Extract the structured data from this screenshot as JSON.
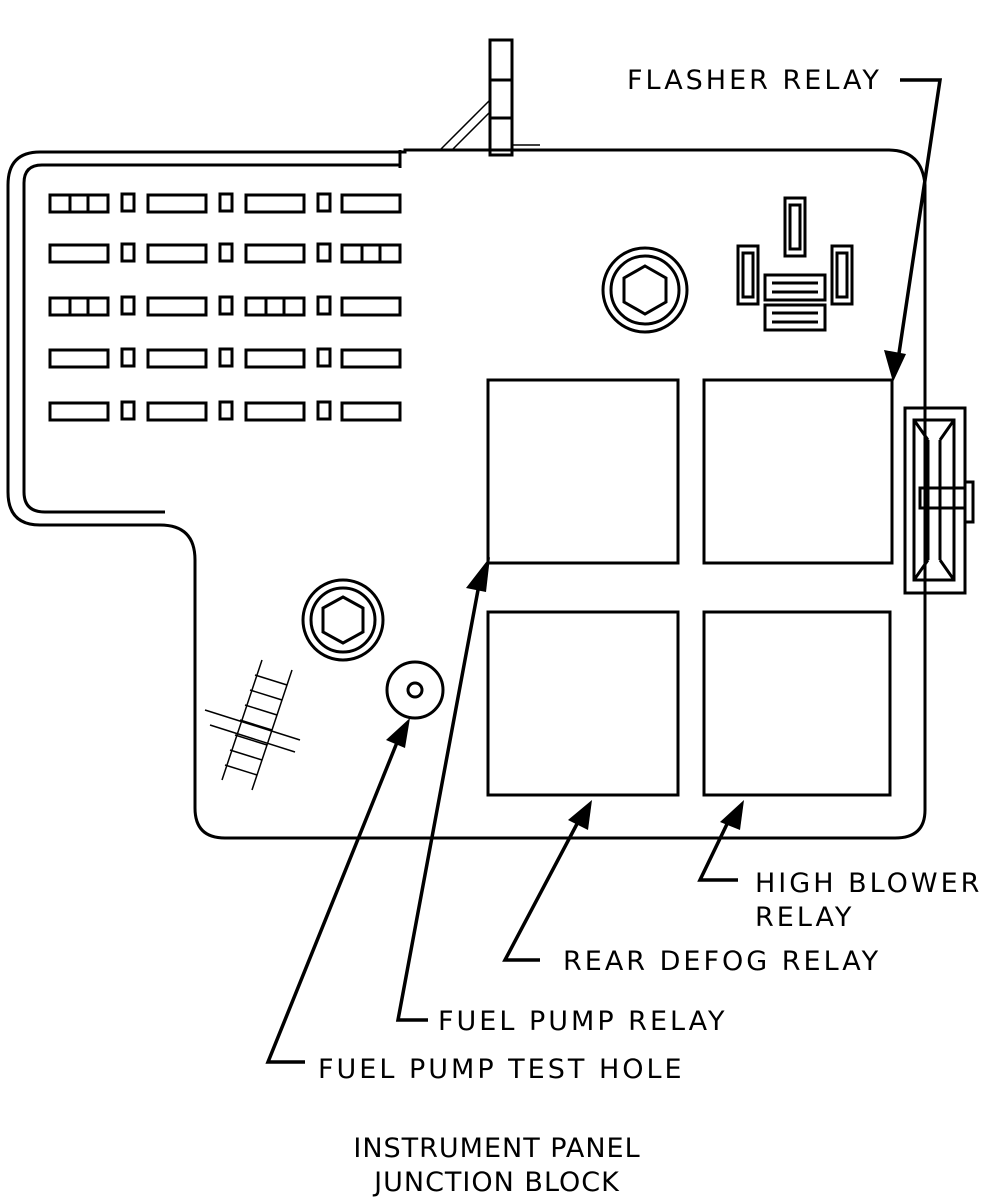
{
  "labels": {
    "flasher_relay": "FLASHER RELAY",
    "high_blower_line1": "HIGH BLOWER",
    "high_blower_line2": "RELAY",
    "rear_defog_relay": "REAR DEFOG RELAY",
    "fuel_pump_relay": "FUEL PUMP RELAY",
    "fuel_pump_test_hole": "FUEL PUMP TEST HOLE"
  },
  "caption": {
    "line1": "INSTRUMENT PANEL",
    "line2": "JUNCTION BLOCK"
  },
  "colors": {
    "ink": "#000000",
    "paper": "#ffffff"
  }
}
